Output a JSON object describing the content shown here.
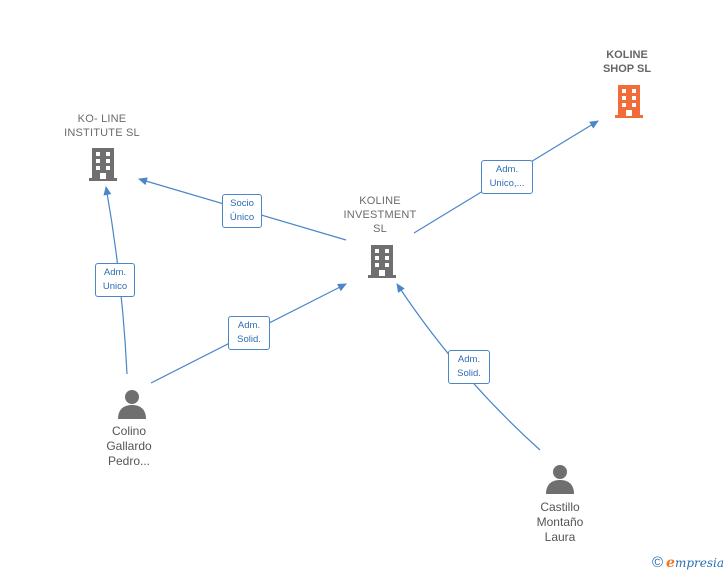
{
  "colors": {
    "edge": "#4a86c8",
    "company_icon": "#6f6f6f",
    "highlight_icon": "#f26b38",
    "person_icon": "#6f6f6f"
  },
  "nodes": [
    {
      "id": "koline_shop",
      "kind": "company-highlight",
      "lines": [
        "KOLINE",
        "SHOP  SL"
      ],
      "icon": "building-icon"
    },
    {
      "id": "koline_institute",
      "kind": "company",
      "lines": [
        "KO- LINE",
        "INSTITUTE  SL"
      ],
      "icon": "building-icon"
    },
    {
      "id": "koline_investment",
      "kind": "company",
      "lines": [
        "KOLINE",
        "INVESTMENT",
        "SL"
      ],
      "icon": "building-icon"
    },
    {
      "id": "colino",
      "kind": "person",
      "lines": [
        "Colino",
        "Gallardo",
        "Pedro..."
      ],
      "icon": "person-icon"
    },
    {
      "id": "castillo",
      "kind": "person",
      "lines": [
        "Castillo",
        "Montaño",
        "Laura"
      ],
      "icon": "person-icon"
    }
  ],
  "edges": [
    {
      "from": "koline_investment",
      "to": "koline_shop",
      "label": [
        "Adm.",
        "Unico,..."
      ]
    },
    {
      "from": "koline_investment",
      "to": "koline_institute",
      "label": [
        "Socio",
        "Único"
      ]
    },
    {
      "from": "colino",
      "to": "koline_institute",
      "label": [
        "Adm.",
        "Unico"
      ]
    },
    {
      "from": "colino",
      "to": "koline_investment",
      "label": [
        "Adm.",
        "Solid."
      ]
    },
    {
      "from": "castillo",
      "to": "koline_investment",
      "label": [
        "Adm.",
        "Solid."
      ]
    }
  ],
  "watermark": {
    "symbol": "©",
    "brand_initial": "e",
    "brand_rest": "mpresia"
  }
}
